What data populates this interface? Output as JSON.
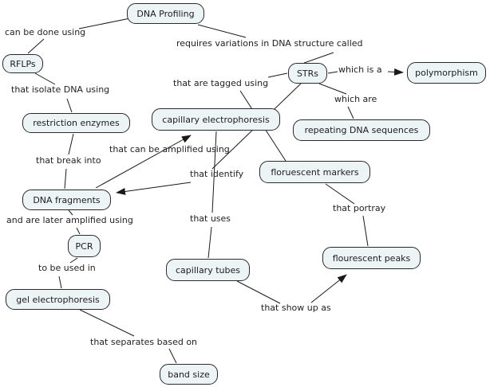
{
  "diagram": {
    "type": "concept-map",
    "topic": "DNA Profiling",
    "colors": {
      "background": "#ffffff",
      "node_fill": "#edf4f6",
      "node_border": "#2a2a2a",
      "line": "#1a1a1a",
      "text": "#1c1c1c"
    }
  },
  "nodes": {
    "dna_profiling": {
      "label": "DNA Profiling"
    },
    "rflps": {
      "label": "RFLPs"
    },
    "strs": {
      "label": "STRs"
    },
    "polymorphism": {
      "label": "polymorphism"
    },
    "restriction_enzymes": {
      "label": "restriction enzymes"
    },
    "capillary_electrophoresis": {
      "label": "capillary electrophoresis"
    },
    "repeating_dna_sequences": {
      "label": "repeating DNA sequences"
    },
    "floruescent_markers": {
      "label": "floruescent markers"
    },
    "dna_fragments": {
      "label": "DNA fragments"
    },
    "pcr": {
      "label": "PCR"
    },
    "capillary_tubes": {
      "label": "capillary tubes"
    },
    "gel_electrophoresis": {
      "label": "gel electrophoresis"
    },
    "flourescent_peaks": {
      "label": "flourescent peaks"
    },
    "band_size": {
      "label": "band size"
    }
  },
  "links": {
    "can_be_done_using": {
      "label": "can be done using"
    },
    "requires_variations": {
      "label": "requires variations in DNA structure called"
    },
    "that_isolate_dna_using": {
      "label": "that isolate DNA using"
    },
    "that_are_tagged_using": {
      "label": "that are tagged using"
    },
    "which_is_a": {
      "label": "which is a"
    },
    "which_are": {
      "label": "which are"
    },
    "that_can_be_amplified_using": {
      "label": "that can be amplified using"
    },
    "that_break_into": {
      "label": "that break into"
    },
    "that_identify": {
      "label": "that identify"
    },
    "and_are_later_amplified_using": {
      "label": "and are later amplified using"
    },
    "that_uses": {
      "label": "that uses"
    },
    "to_be_used_in": {
      "label": "to be used in"
    },
    "that_portray": {
      "label": "that portray"
    },
    "that_show_up_as": {
      "label": "that show up as"
    },
    "that_separates_based_on": {
      "label": "that separates based on"
    }
  },
  "edges": [
    {
      "from": "DNA Profiling",
      "via": "can be done using",
      "to": "RFLPs",
      "arrow": false
    },
    {
      "from": "DNA Profiling",
      "via": "requires variations in DNA structure called",
      "to": "STRs",
      "arrow": false
    },
    {
      "from": "RFLPs",
      "via": "that isolate DNA using",
      "to": "restriction enzymes",
      "arrow": false
    },
    {
      "from": "restriction enzymes",
      "via": "that break into",
      "to": "DNA fragments",
      "arrow": false
    },
    {
      "from": "DNA fragments",
      "via": "that can be amplified using",
      "to": "capillary electrophoresis",
      "arrow": true
    },
    {
      "from": "STRs",
      "via": "which is a",
      "to": "polymorphism",
      "arrow": true
    },
    {
      "from": "STRs",
      "via": "which are",
      "to": "repeating DNA sequences",
      "arrow": false
    },
    {
      "from": "STRs",
      "via": "that are tagged using",
      "to": "floruescent markers",
      "arrow": false
    },
    {
      "from": "STRs",
      "via": "that identify",
      "to": "DNA fragments",
      "arrow": true
    },
    {
      "from": "capillary electrophoresis",
      "via": "that uses",
      "to": "capillary tubes",
      "arrow": false
    },
    {
      "from": "floruescent markers",
      "via": "that portray",
      "to": "flourescent peaks",
      "arrow": false
    },
    {
      "from": "DNA fragments",
      "via": "and are later amplified using",
      "to": "PCR",
      "arrow": false
    },
    {
      "from": "PCR",
      "via": "to be used in",
      "to": "gel electrophoresis",
      "arrow": false
    },
    {
      "from": "gel electrophoresis",
      "via": "that separates based on",
      "to": "band size",
      "arrow": false
    },
    {
      "from": "capillary tubes",
      "via": "that show up as",
      "to": "flourescent peaks",
      "arrow": true
    }
  ]
}
